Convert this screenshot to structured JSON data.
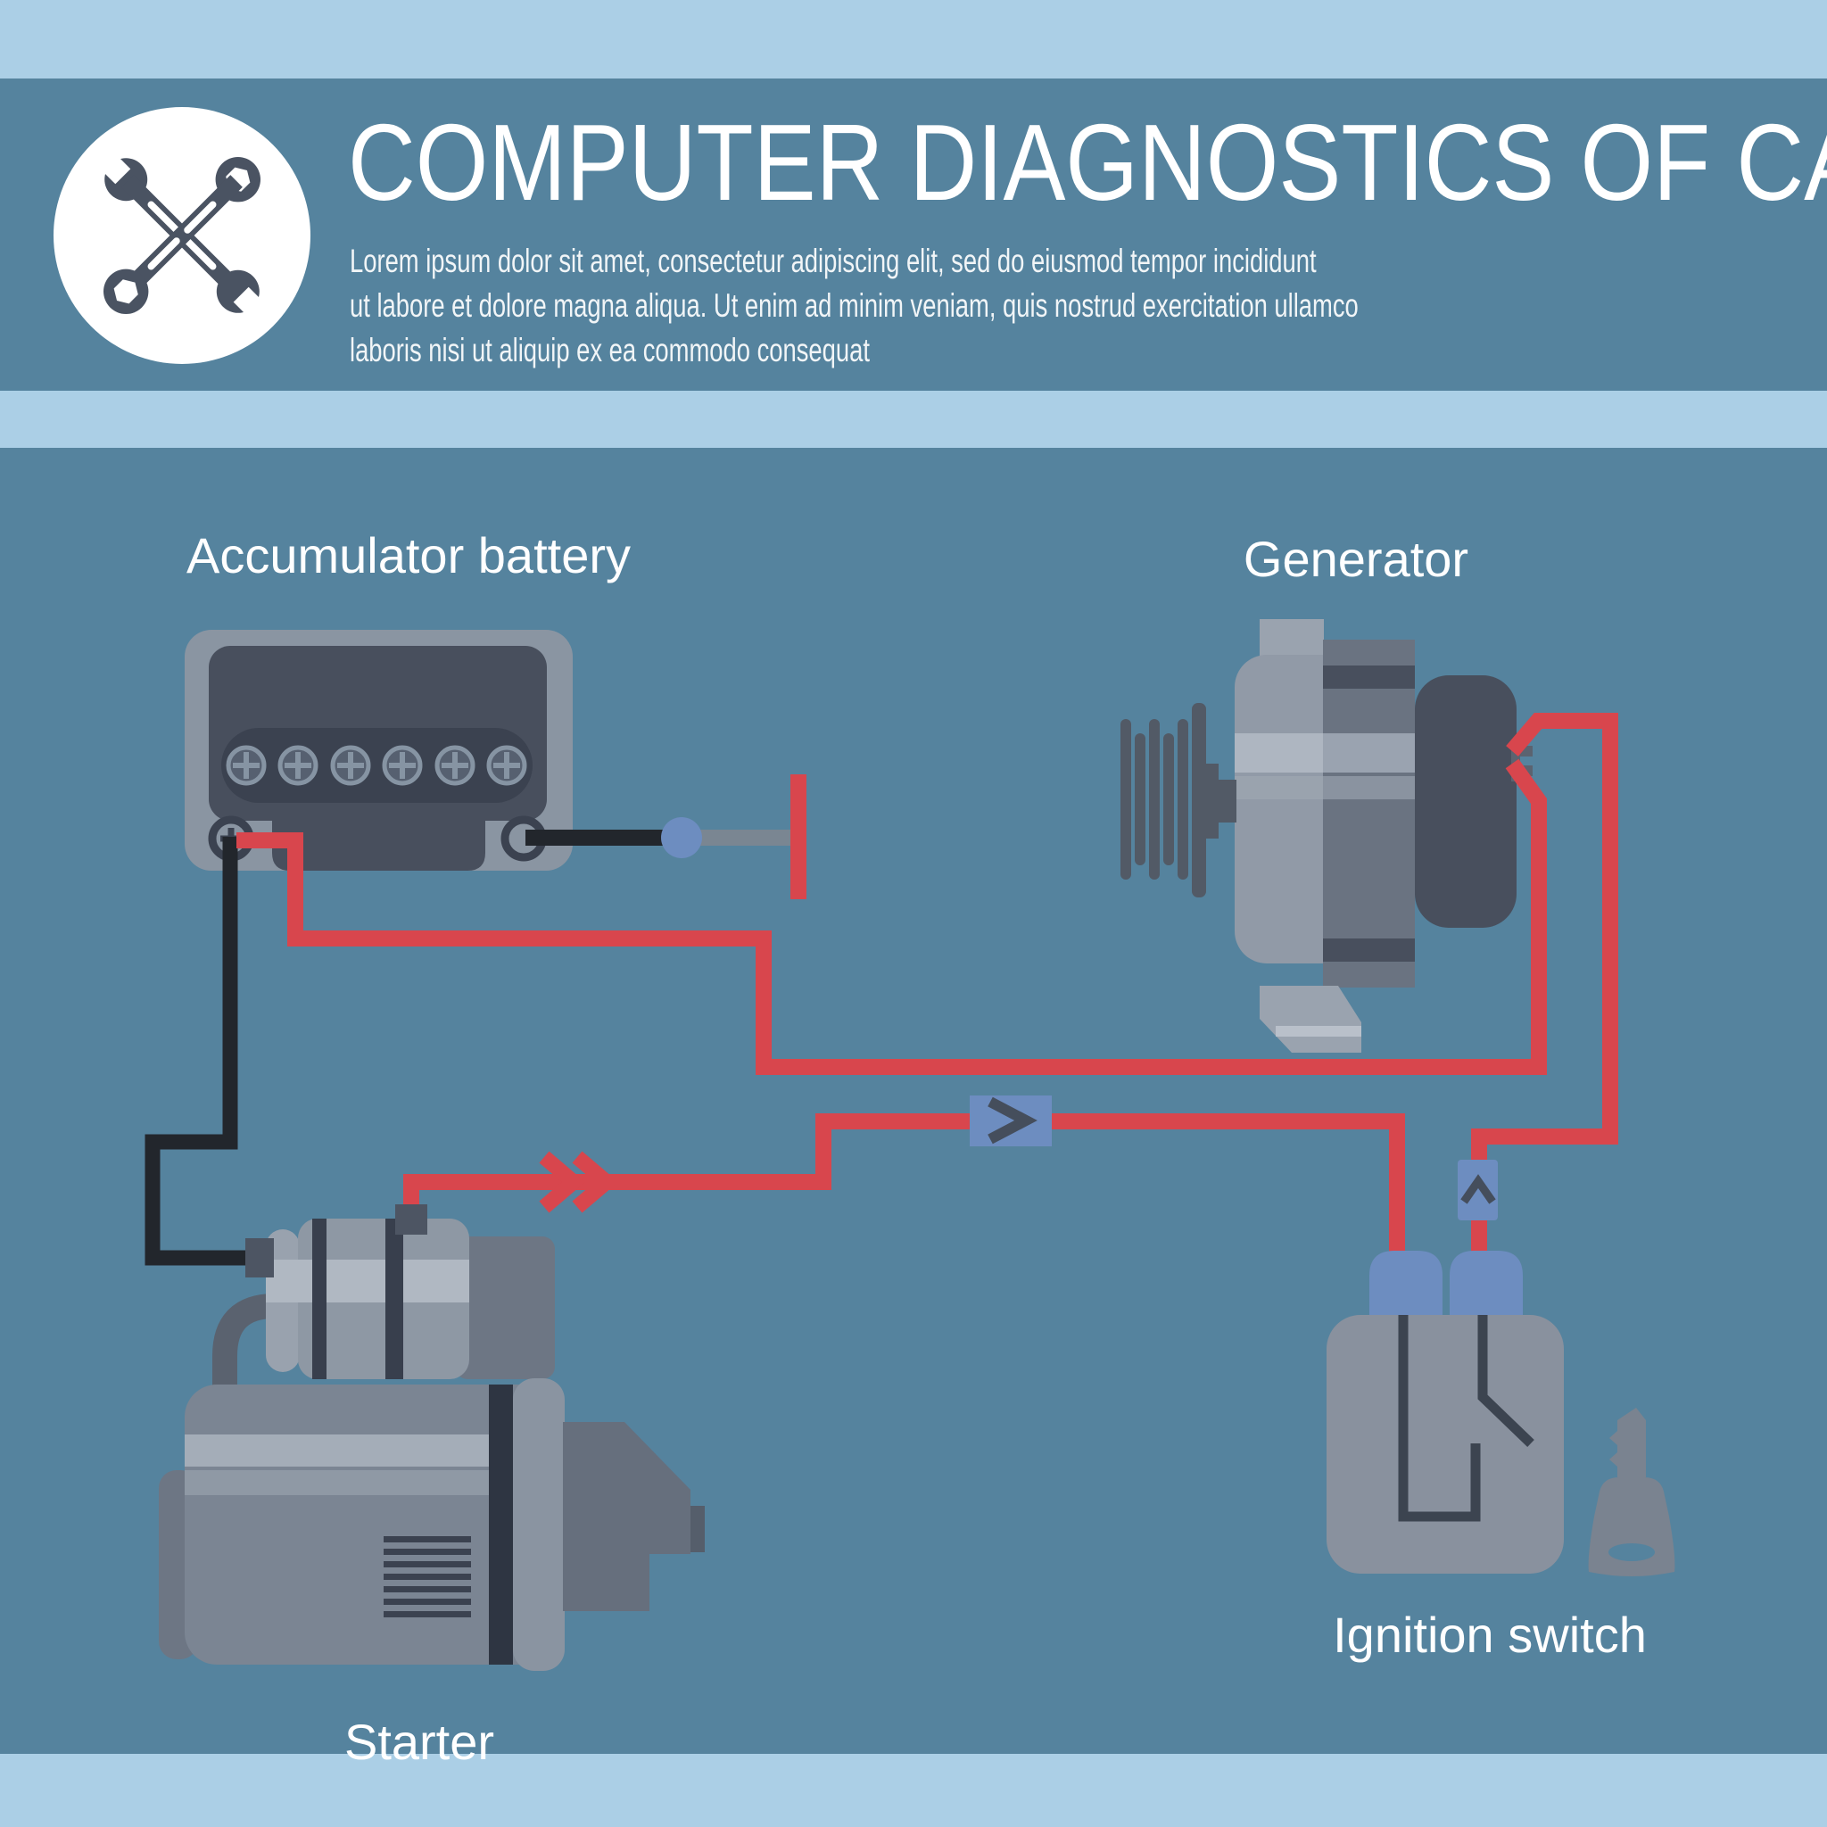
{
  "header": {
    "title": "COMPUTER DIAGNOSTICS OF CARS",
    "subtitle_line1": "Lorem ipsum dolor sit amet, consectetur adipiscing elit, sed do eiusmod tempor incididunt",
    "subtitle_line2": "ut labore et dolore magna aliqua. Ut enim ad minim veniam, quis nostrud exercitation ullamco",
    "subtitle_line3": "laboris nisi ut aliquip ex ea commodo consequat",
    "logo_icon": "crossed-wrenches-icon"
  },
  "diagram": {
    "components": [
      {
        "id": "accumulator-battery",
        "label": "Accumulator battery"
      },
      {
        "id": "generator",
        "label": "Generator"
      },
      {
        "id": "starter",
        "label": "Starter"
      },
      {
        "id": "ignition-switch",
        "label": "Ignition switch"
      }
    ],
    "icons": [
      "battery-illustration",
      "generator-illustration",
      "starter-illustration",
      "ignition-switch-illustration",
      "ignition-key-icon",
      "fuse-connector-icon",
      "inline-connector-icon",
      "flow-arrow-icon",
      "test-probe-icon"
    ],
    "colors": {
      "background": "#55839e",
      "stripe_light_blue": "#abcfe6",
      "wire_positive_red": "#d8464d",
      "wire_ground_black": "#22262c",
      "connector_blue": "#6d8dc0",
      "metal_light_gray": "#8a95a2",
      "metal_dark_slate": "#484f5d",
      "text_white": "#ffffff"
    }
  }
}
